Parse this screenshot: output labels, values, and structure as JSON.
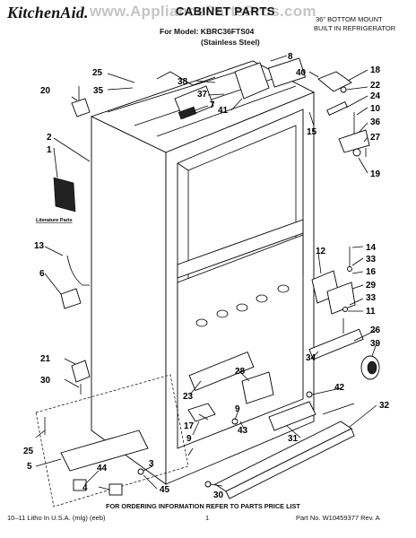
{
  "header": {
    "brand": "KitchenAid.",
    "title": "CABINET PARTS",
    "model_line": "For Model: KBRC36FTS04",
    "finish_line": "(Stainless Steel)",
    "desc_line1": "36\" BOTTOM MOUNT",
    "desc_line2": "BUILT IN REFRIGERATOR",
    "watermark": "www.AppliancePartsPros.com"
  },
  "diagram": {
    "literature_label": "Literature Parts",
    "callouts": {
      "c1": "1",
      "c2": "2",
      "c3": "3",
      "c4": "4",
      "c5": "5",
      "c6": "6",
      "c7": "7",
      "c8": "8",
      "c9": "9",
      "c10": "10",
      "c11": "11",
      "c12": "12",
      "c13": "13",
      "c14": "14",
      "c15": "15",
      "c16": "16",
      "c17": "17",
      "c18": "18",
      "c19": "19",
      "c20": "20",
      "c21": "21",
      "c22": "22",
      "c23": "23",
      "c24": "24",
      "c25a": "25",
      "c25b": "25",
      "c26": "26",
      "c27": "27",
      "c28": "28",
      "c29": "29",
      "c30a": "30",
      "c30b": "30",
      "c31": "31",
      "c32": "32",
      "c33a": "33",
      "c33b": "33",
      "c34": "34",
      "c35": "35",
      "c36": "36",
      "c37": "37",
      "c38": "38",
      "c39": "39",
      "c40": "40",
      "c41": "41",
      "c42": "42",
      "c43": "43",
      "c44": "44",
      "c45": "45"
    }
  },
  "footer": {
    "order_note": "FOR ORDERING INFORMATION REFER TO PARTS PRICE LIST",
    "litho": "10–11 Litho In U.S.A. (mlg) (eeb)",
    "page": "1",
    "part_no": "Part No. W10459377 Rev. A"
  }
}
